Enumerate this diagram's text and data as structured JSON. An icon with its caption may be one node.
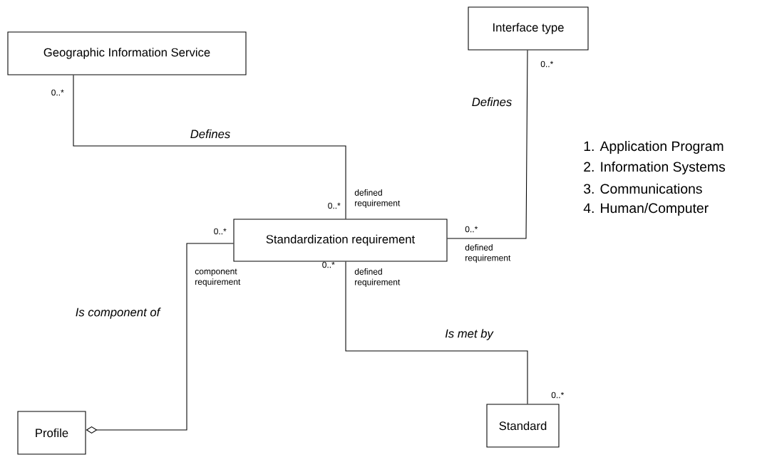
{
  "diagram": {
    "nodes": [
      {
        "text": [
          "Geographic Information Service"
        ]
      },
      {
        "text": [
          "Interface type"
        ]
      },
      {
        "text": [
          "Standardization requirement"
        ]
      },
      {
        "text": [
          "Profile"
        ]
      },
      {
        "text": [
          "Standard"
        ]
      }
    ],
    "edges": [
      {
        "from": 0,
        "to": 2,
        "arrow": "none",
        "label": "Defines"
      },
      {
        "from": 1,
        "to": 2,
        "arrow": "none",
        "label": "Defines"
      },
      {
        "from": 2,
        "to": 3,
        "arrow": "other",
        "label": "Is component of"
      },
      {
        "from": 2,
        "to": 4,
        "arrow": "none",
        "label": "Is met by"
      }
    ],
    "labels": [
      "0..*",
      "0..*",
      "1. Application Program",
      "2. Information Systems",
      "3. Communications",
      "4. Human/Computer",
      "defined requirement",
      "0..*",
      "0..*",
      "0..*",
      "defined requirement",
      "component requirement",
      "0..*",
      "defined requirement",
      "0..*"
    ]
  }
}
